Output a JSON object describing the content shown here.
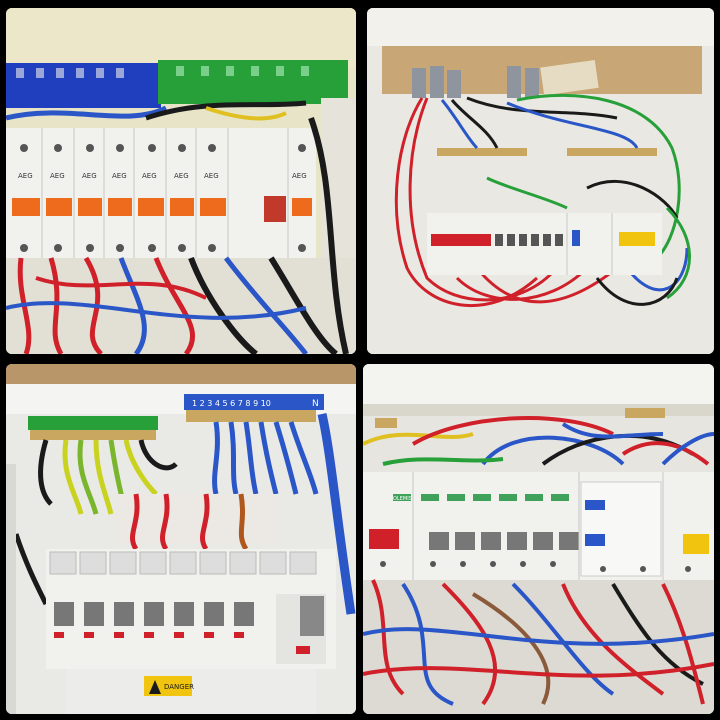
{
  "panels": {
    "top_left": {
      "breaker_brand": "AEG"
    },
    "top_right": {},
    "bottom_left": {
      "warning_label": "DANGER",
      "neutral_bar_numbers": "1 2 3 4 5 6 7 8 9 10",
      "neutral_marker": "N"
    },
    "bottom_right": {
      "breaker_brand": "OLEMIS"
    }
  },
  "colors": {
    "blue_busbar": "#1f3fbf",
    "green_busbar": "#27a03a",
    "red_wire": "#d0202a",
    "blue_wire": "#2a56c8",
    "black_wire": "#1a1a1a",
    "yellow_green_wire": "#c9d21e",
    "orange_toggle": "#ee6a1c",
    "breaker_white": "#f1f1ee"
  }
}
